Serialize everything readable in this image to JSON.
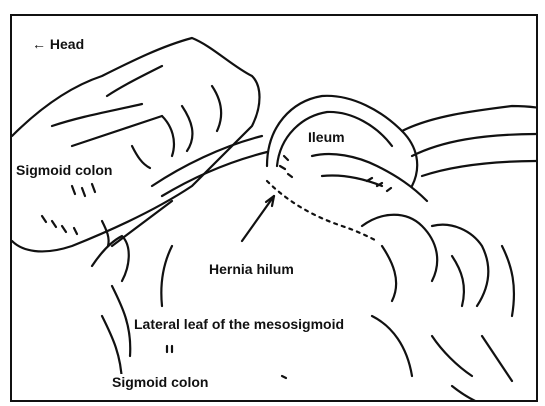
{
  "figure": {
    "orientation": {
      "arrow": "←",
      "text": "Head"
    },
    "labels": {
      "sigmoid_colon_upper": "Sigmoid colon",
      "ileum": "Ileum",
      "hernia_hilum": "Hernia hilum",
      "lateral_leaf": "Lateral leaf of the mesosigmoid",
      "sigmoid_colon_lower": "Sigmoid colon"
    }
  }
}
